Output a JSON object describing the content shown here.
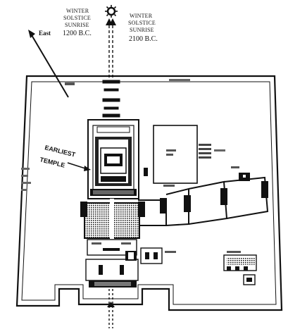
{
  "labels": {
    "winter_1200_line1": "WINTER",
    "winter_1200_line2": "SOLSTICE",
    "winter_1200_line3": "SUNRISE",
    "winter_1200_year": "1200 B.C.",
    "winter_2100_line1": "WINTER",
    "winter_2100_line2": "SOLSTICE",
    "winter_2100_line3": "SUNRISE",
    "winter_2100_year": "2100 B.C.",
    "east": "East",
    "earliest_line1": "EARLIEST",
    "earliest_line2": "TEMPLE"
  },
  "icons": {
    "sun": "sun-icon",
    "east_arrow": "east-arrow-icon",
    "axis_arrow": "axis-arrow-icon"
  },
  "colors": {
    "ink": "#111111",
    "paper": "#ffffff"
  }
}
